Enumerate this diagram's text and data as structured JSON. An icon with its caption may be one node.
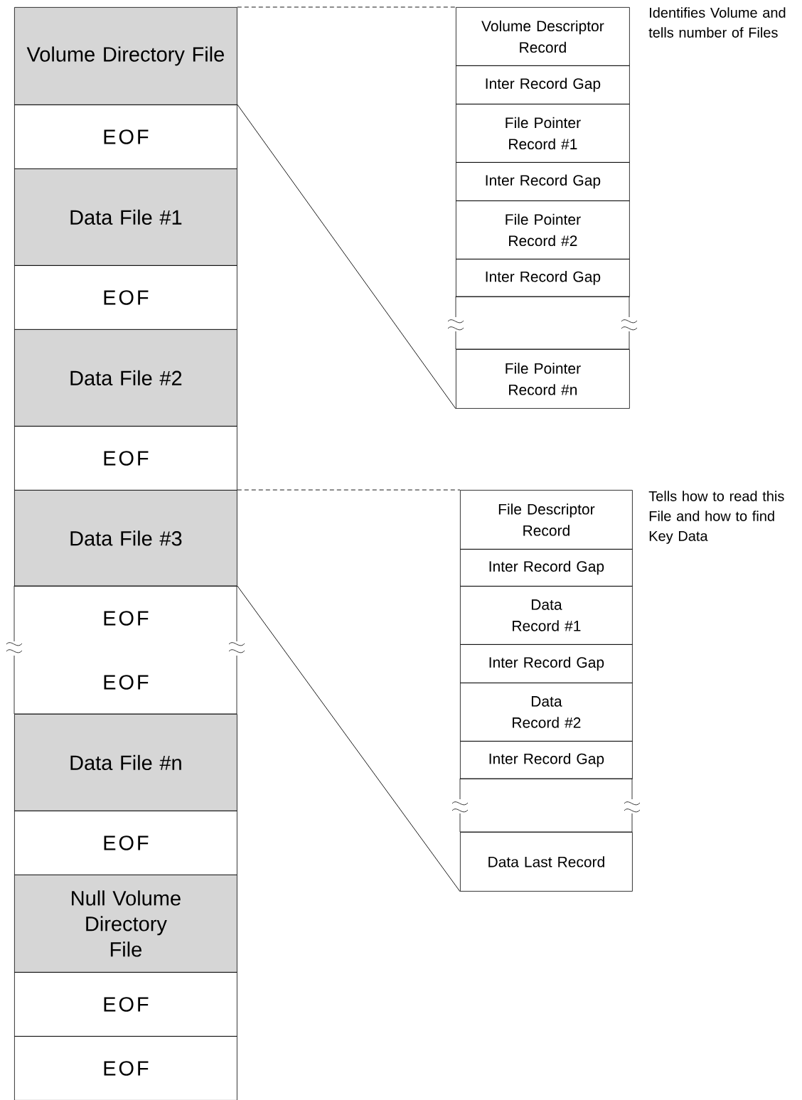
{
  "diagram": {
    "nodes": [
      {
        "text": [
          "Volume Directory File"
        ]
      },
      {
        "text": [
          "EOF"
        ]
      },
      {
        "text": [
          "Data File #1"
        ]
      },
      {
        "text": [
          "EOF"
        ]
      },
      {
        "text": [
          "Data File #2"
        ]
      },
      {
        "text": [
          "EOF"
        ]
      },
      {
        "text": [
          "Data File #3"
        ]
      },
      {
        "text": [
          "EOF"
        ]
      },
      {
        "text": [
          "EOF"
        ]
      },
      {
        "text": [
          "Data File #n"
        ]
      },
      {
        "text": [
          "EOF"
        ]
      },
      {
        "text": [
          "Null Volume Directory File"
        ]
      },
      {
        "text": [
          "EOF"
        ]
      },
      {
        "text": [
          "EOF"
        ]
      },
      {
        "text": [
          "Volume Descriptor Record"
        ]
      },
      {
        "text": [
          "Inter Record Gap"
        ]
      },
      {
        "text": [
          "File Pointer Record #1"
        ]
      },
      {
        "text": [
          "Inter Record Gap"
        ]
      },
      {
        "text": [
          "File Pointer Record #2"
        ]
      },
      {
        "text": [
          "Inter Record Gap"
        ]
      },
      {
        "text": [],
        "shape": "box"
      },
      {
        "text": [
          "File Pointer Record #n"
        ]
      },
      {
        "text": [
          "File Descriptor Record"
        ]
      },
      {
        "text": [
          "Inter Record Gap"
        ]
      },
      {
        "text": [
          "Data Record #1"
        ]
      },
      {
        "text": [
          "Inter Record Gap"
        ]
      },
      {
        "text": [
          "Data Record #2"
        ]
      },
      {
        "text": [
          "Inter Record Gap"
        ]
      },
      {
        "text": [],
        "shape": "box"
      },
      {
        "text": [
          "Data Last Record"
        ]
      }
    ],
    "edges": [
      {
        "from": 0,
        "to": 14,
        "arrow": "none",
        "style": "dashed"
      },
      {
        "from": 1,
        "to": 21,
        "arrow": "none"
      },
      {
        "from": 6,
        "to": 22,
        "arrow": "none",
        "style": "dashed"
      },
      {
        "from": 7,
        "to": 29,
        "arrow": "none"
      }
    ],
    "labels": [
      "Identifies Volume and tells number of Files",
      "Tells how to read this File and how to find Key Data"
    ]
  }
}
